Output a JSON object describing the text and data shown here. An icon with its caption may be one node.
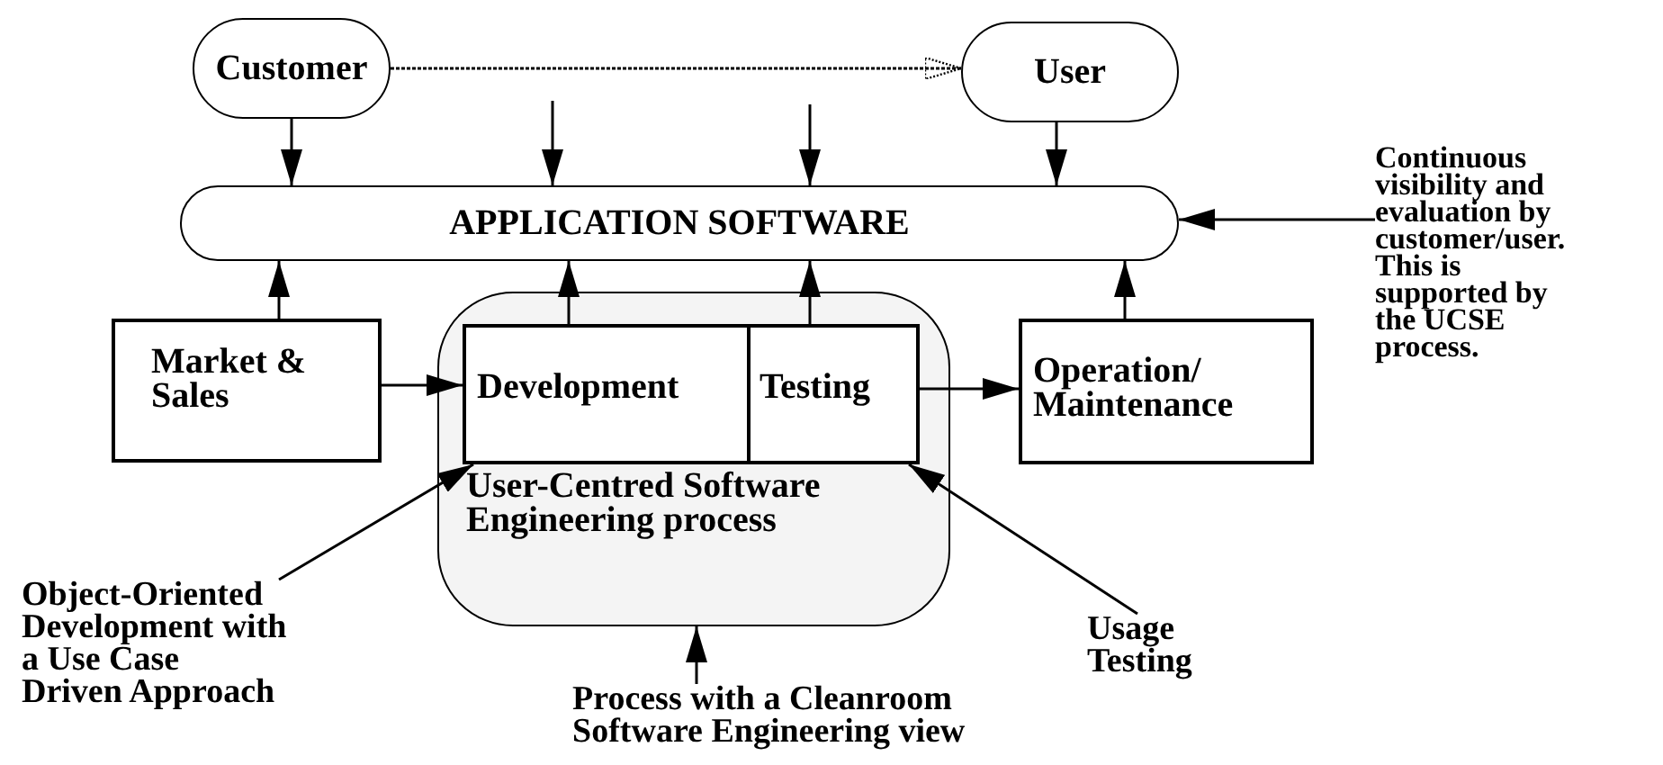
{
  "diagram": {
    "nodes": [
      {
        "text": [
          "Customer"
        ]
      },
      {
        "text": [
          "User"
        ]
      },
      {
        "text": [
          "APPLICATION SOFTWARE"
        ]
      },
      {
        "text": [
          "Market & Sales"
        ]
      },
      {
        "text": [
          "User-Centred Software Engineering process"
        ]
      },
      {
        "text": [
          "Development"
        ],
        "in": 4
      },
      {
        "text": [
          "Testing"
        ],
        "in": 4
      },
      {
        "text": [
          "Operation/ Maintenance"
        ]
      },
      {
        "text": [
          "Continuous visibility and evaluation by customer/user. This is supported by the UCSE process."
        ]
      },
      {
        "text": [
          "Object-Oriented Development with a Use Case Driven Approach"
        ]
      },
      {
        "text": [
          "Usage Testing"
        ]
      },
      {
        "text": [
          "Process with a Cleanroom Software Engineering view"
        ]
      }
    ],
    "edges": [
      {
        "from": 0,
        "to": 1,
        "arrow": "to",
        "style": "dashed"
      },
      {
        "from": 0,
        "to": 2,
        "arrow": "to"
      },
      {
        "from": null,
        "to": 2,
        "arrow": "to"
      },
      {
        "from": null,
        "to": 2,
        "arrow": "to"
      },
      {
        "from": 1,
        "to": 2,
        "arrow": "to"
      },
      {
        "from": 3,
        "to": 2,
        "arrow": "to"
      },
      {
        "from": 5,
        "to": 2,
        "arrow": "to"
      },
      {
        "from": 6,
        "to": 2,
        "arrow": "to"
      },
      {
        "from": 7,
        "to": 2,
        "arrow": "to"
      },
      {
        "from": 3,
        "to": 5,
        "arrow": "to"
      },
      {
        "from": 6,
        "to": 7,
        "arrow": "to"
      },
      {
        "from": 8,
        "to": 2,
        "arrow": "to"
      },
      {
        "from": 9,
        "to": 5,
        "arrow": "to"
      },
      {
        "from": 10,
        "to": 6,
        "arrow": "to"
      },
      {
        "from": 11,
        "to": 4,
        "arrow": "to"
      }
    ]
  }
}
